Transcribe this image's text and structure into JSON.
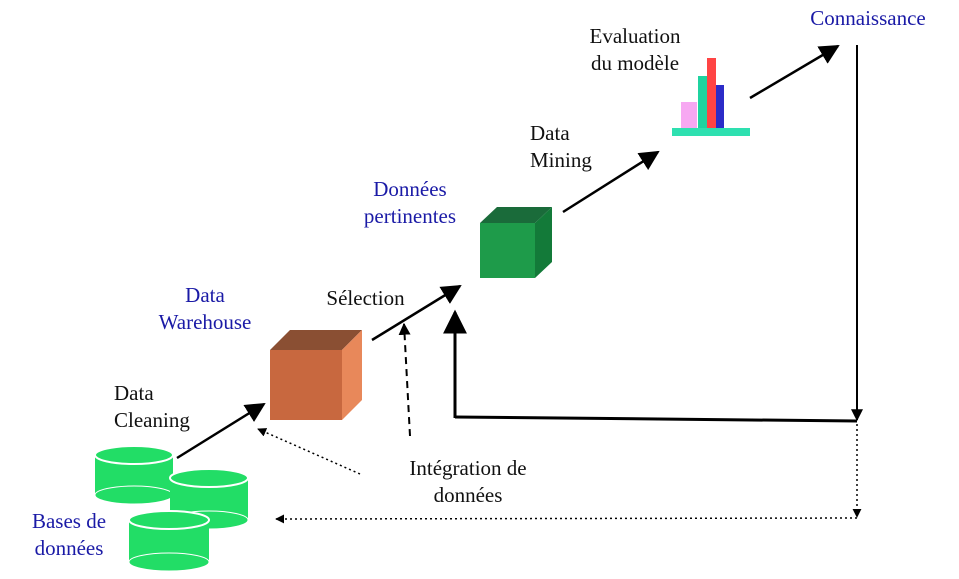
{
  "labels": {
    "bases_l1": "Bases de",
    "bases_l2": "données",
    "cleaning_l1": "Data",
    "cleaning_l2": "Cleaning",
    "warehouse_l1": "Data",
    "warehouse_l2": "Warehouse",
    "selection": "Sélection",
    "pertinentes_l1": "Données",
    "pertinentes_l2": "pertinentes",
    "mining_l1": "Data",
    "mining_l2": "Mining",
    "evaluation_l1": "Evaluation",
    "evaluation_l2": "du modèle",
    "connaissance": "Connaissance",
    "integration_l1": "Intégration de",
    "integration_l2": "données"
  },
  "colors": {
    "blue_text": "#1a1aa6",
    "database_green": "#22dd66",
    "warehouse_brown": "#c8683f",
    "pertinent_green": "#1e9b4a",
    "chart_base": "#2ee0b0",
    "bar_pink": "#f7a8f2",
    "bar_teal": "#1fd3a0",
    "bar_red": "#ff4444",
    "bar_blue": "#2c2cc8"
  }
}
